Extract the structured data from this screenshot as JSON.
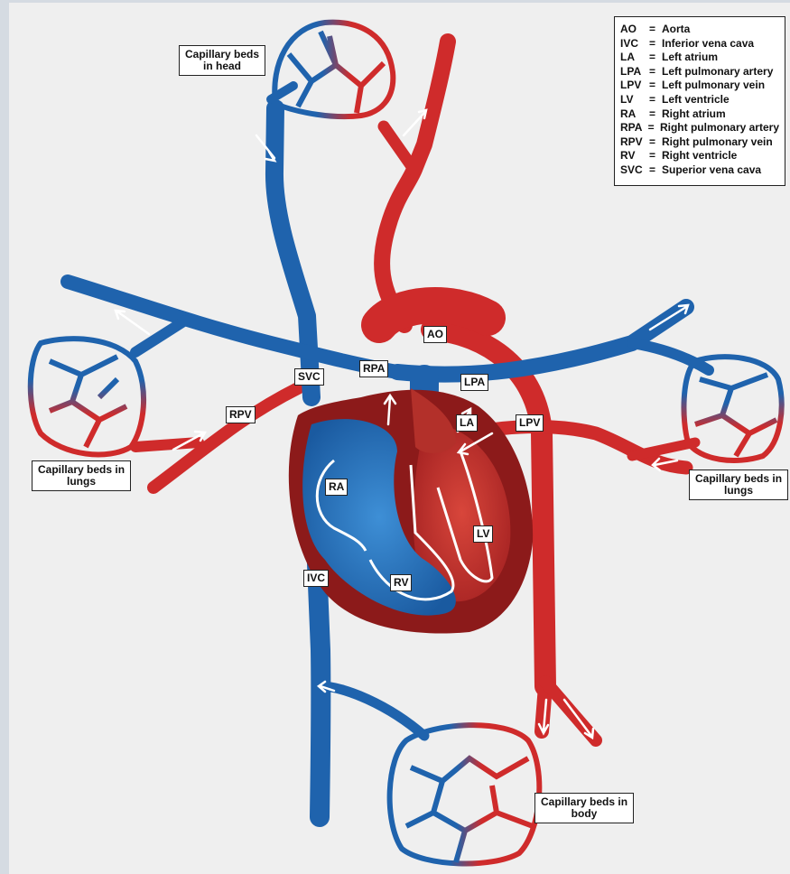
{
  "legend": [
    {
      "abbr": "AO",
      "name": "Aorta"
    },
    {
      "abbr": "IVC",
      "name": "Inferior vena cava"
    },
    {
      "abbr": "LA",
      "name": "Left atrium"
    },
    {
      "abbr": "LPA",
      "name": "Left pulmonary artery"
    },
    {
      "abbr": "LPV",
      "name": "Left pulmonary vein"
    },
    {
      "abbr": "LV",
      "name": "Left ventricle"
    },
    {
      "abbr": "RA",
      "name": "Right atrium"
    },
    {
      "abbr": "RPA",
      "name": "Right pulmonary artery"
    },
    {
      "abbr": "RPV",
      "name": "Right pulmonary vein"
    },
    {
      "abbr": "RV",
      "name": "Right ventricle"
    },
    {
      "abbr": "SVC",
      "name": "Superior vena cava"
    }
  ],
  "equals": "=",
  "labels": {
    "ao": "AO",
    "svc": "SVC",
    "rpa": "RPA",
    "lpa": "LPA",
    "la": "LA",
    "lpv": "LPV",
    "rpv": "RPV",
    "ra": "RA",
    "lv": "LV",
    "rv": "RV",
    "ivc": "IVC"
  },
  "captions": {
    "head_1": "Capillary beds",
    "head_2": "in head",
    "lung_left_1": "Capillary beds in",
    "lung_left_2": "lungs",
    "lung_right_1": "Capillary beds in",
    "lung_right_2": "lungs",
    "body_1": "Capillary beds in",
    "body_2": "body"
  },
  "colors": {
    "venous": "#1f63ad",
    "arterial": "#cf2b2b",
    "heart_dark": "#8c1a1a",
    "background": "#efefef"
  }
}
